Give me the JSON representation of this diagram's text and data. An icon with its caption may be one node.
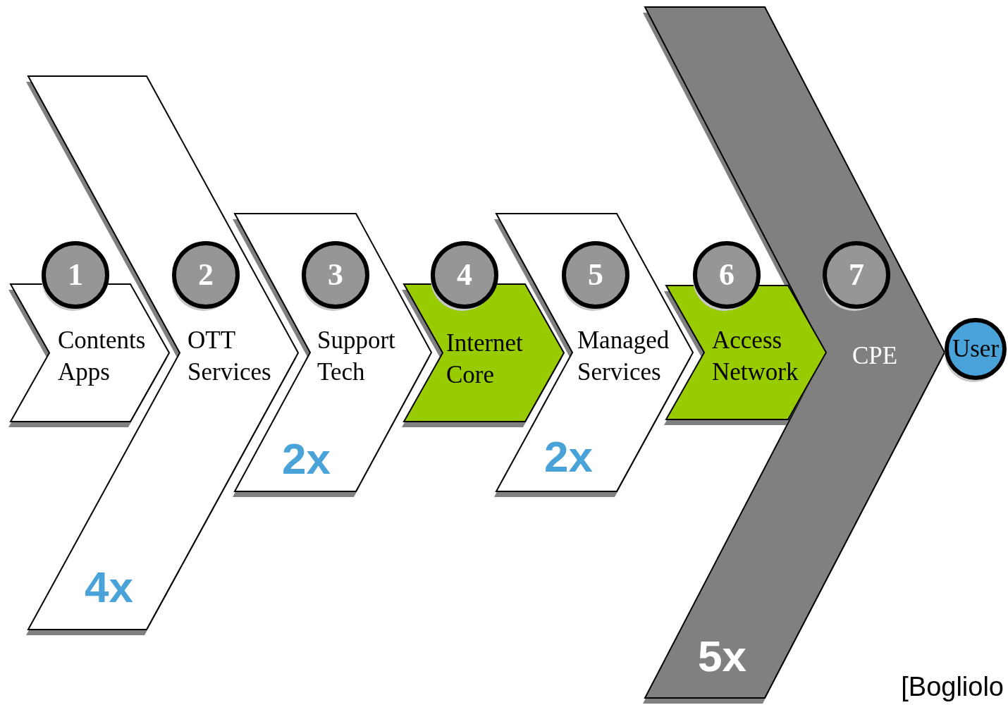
{
  "diagram": {
    "nodes": [
      {
        "text": [
          "Contents Apps"
        ]
      },
      {
        "text": [
          "1"
        ]
      },
      {
        "text": [
          "OTT Services",
          "4x"
        ]
      },
      {
        "text": [
          "2"
        ],
        "in": 2
      },
      {
        "text": [
          "Support Tech",
          "2x"
        ]
      },
      {
        "text": [
          "3"
        ],
        "in": 4
      },
      {
        "text": [
          "Internet Core"
        ]
      },
      {
        "text": [
          "4"
        ]
      },
      {
        "text": [
          "Managed Services",
          "2x"
        ]
      },
      {
        "text": [
          "5"
        ],
        "in": 8
      },
      {
        "text": [
          "Access Network"
        ]
      },
      {
        "text": [
          "6"
        ]
      },
      {
        "text": [
          "CPE",
          "5x"
        ]
      },
      {
        "text": [
          "7"
        ],
        "in": 12
      },
      {
        "text": [
          "User"
        ]
      }
    ],
    "labels": [
      "[Bogliolo"
    ]
  }
}
